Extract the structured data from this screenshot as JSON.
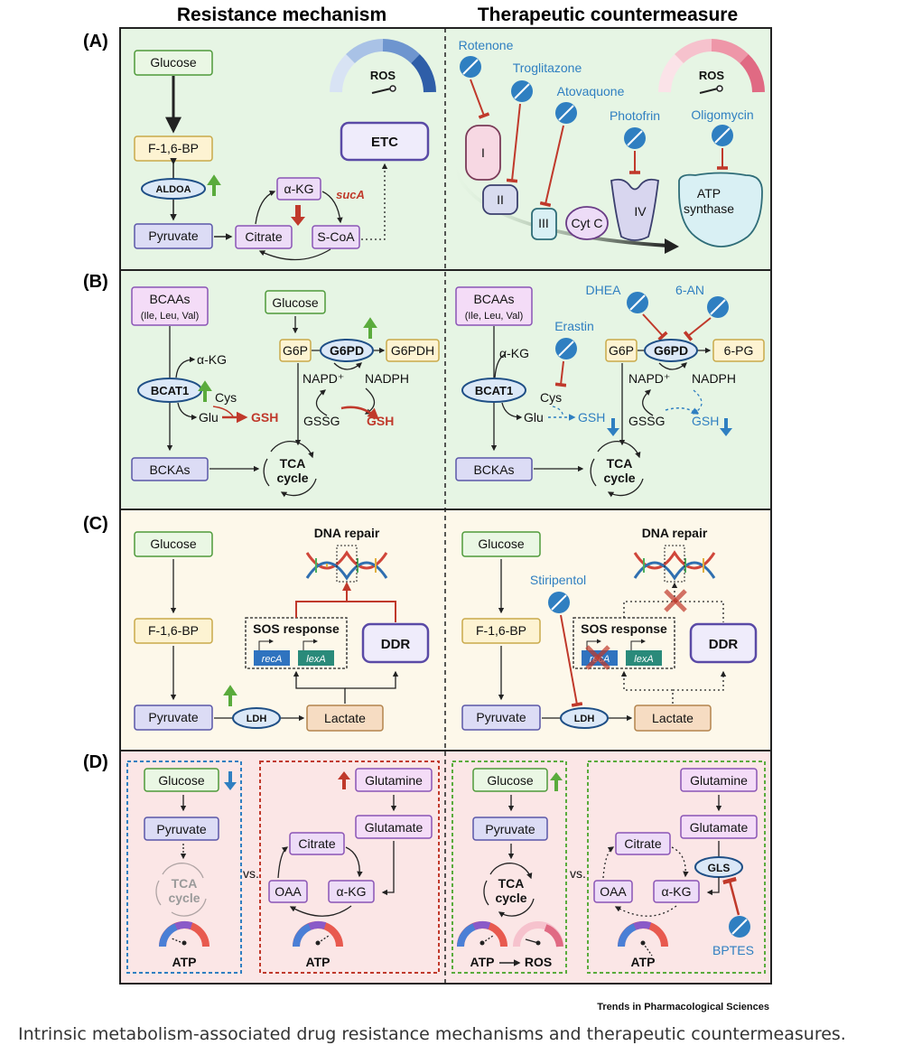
{
  "headers": {
    "left": "Resistance mechanism",
    "right": "Therapeutic countermeasure"
  },
  "panels": {
    "a": "(A)",
    "b": "(B)",
    "c": "(C)",
    "d": "(D)"
  },
  "a": {
    "glucose": "Glucose",
    "f16bp": "F-1,6-BP",
    "aldoa": "ALDOA",
    "pyruvate": "Pyruvate",
    "citrate": "Citrate",
    "akg": "α-KG",
    "scoa": "S-CoA",
    "suca": "sucA",
    "etc": "ETC",
    "ros": "ROS",
    "rotenone": "Rotenone",
    "troglitazone": "Troglitazone",
    "atovaquone": "Atovaquone",
    "photofrin": "Photofrin",
    "oligomycin": "Oligomycin",
    "c1": "I",
    "c2": "II",
    "c3": "III",
    "cytc": "Cyt C",
    "c4": "IV",
    "atp1": "ATP",
    "atp2": "synthase"
  },
  "b": {
    "bcaas": "BCAAs",
    "bcaas_sub": "(Ile, Leu, Val)",
    "akg": "α-KG",
    "bcat1": "BCAT1",
    "cys": "Cys",
    "glu": "Glu",
    "gsh": "GSH",
    "bckas": "BCKAs",
    "glucose": "Glucose",
    "g6p": "G6P",
    "g6pd": "G6PD",
    "g6pdh": "G6PDH",
    "nadp": "NAPD⁺",
    "nadph": "NADPH",
    "gssg": "GSSG",
    "tca1": "TCA",
    "tca2": "cycle",
    "dhea": "DHEA",
    "an6": "6-AN",
    "erastin": "Erastin",
    "pg6": "6-PG"
  },
  "c": {
    "glucose": "Glucose",
    "f16bp": "F-1,6-BP",
    "pyruvate": "Pyruvate",
    "ldh": "LDH",
    "lactate": "Lactate",
    "dna": "DNA repair",
    "sos": "SOS response",
    "reca": "recA",
    "lexa": "lexA",
    "ddr": "DDR",
    "stiripentol": "Stiripentol"
  },
  "d": {
    "glucose": "Glucose",
    "pyruvate": "Pyruvate",
    "tca1": "TCA",
    "tca2": "cycle",
    "atp": "ATP",
    "ros": "ROS",
    "vs": "vs.",
    "glutamine": "Glutamine",
    "glutamate": "Glutamate",
    "citrate": "Citrate",
    "oaa": "OAA",
    "akg": "α-KG",
    "gls": "GLS",
    "bptes": "BPTES"
  },
  "credit": "Trends in Pharmacological Sciences",
  "caption": "Intrinsic metabolism-associated drug resistance mechanisms and therapeutic countermeasures.",
  "colors": {
    "green_panel": "#e6f5e4",
    "yellow_panel": "#fdf8ea",
    "pink_panel": "#fbe6e6",
    "inhibitor": "#c0392b",
    "drug": "#2f7fc1",
    "up": "#5aab3c",
    "down": "#2f7fc1"
  }
}
